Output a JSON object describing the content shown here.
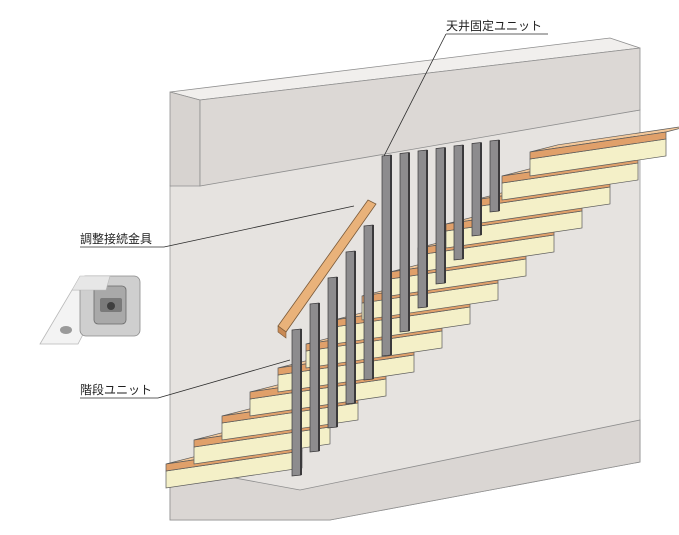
{
  "callouts": {
    "ceiling_unit": "天井固定ユニット",
    "adjusting_bracket": "調整接続金具",
    "stair_unit": "階段ユニット"
  },
  "colors": {
    "wall": "#e6e3e0",
    "wall_shadow": "#d7d3d0",
    "ceiling_face": "#dcd8d5",
    "ceiling_top": "#f1efed",
    "tread_top": "#f3c89a",
    "tread_front": "#e0a06a",
    "riser": "#f4f0c8",
    "rail_wood": "#e9b27a",
    "baluster_glass": "#8d8c8e",
    "baluster_frame": "#3b3a3c",
    "outline": "#5a5a5a"
  }
}
